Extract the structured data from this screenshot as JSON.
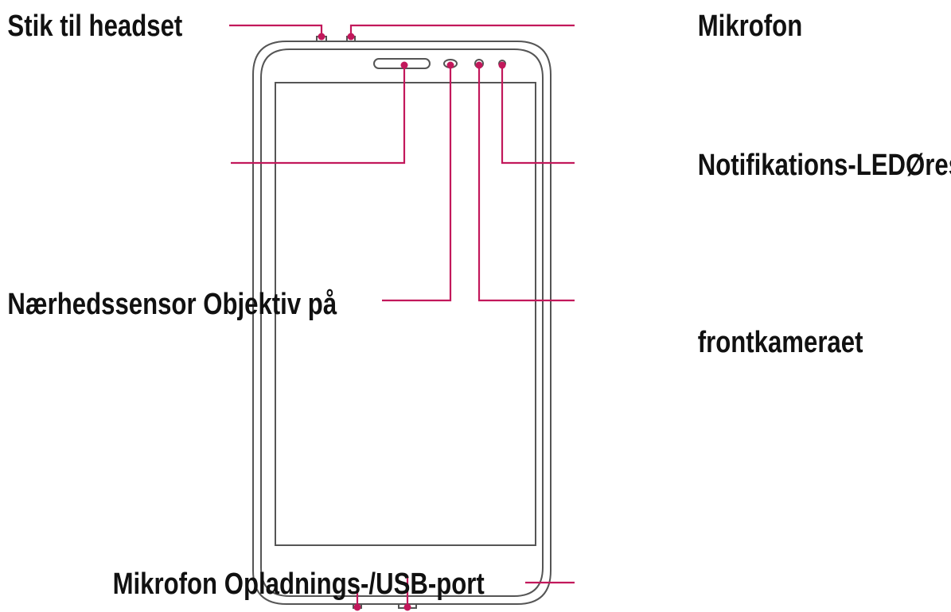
{
  "colors": {
    "leader": "#c2185b",
    "outline": "#555555",
    "text": "#111111"
  },
  "labels": {
    "headset_jack": "Stik til headset",
    "microphone_top": "Mikrofon",
    "led_earpiece": "Notifikations-LEDØresnegl",
    "proximity_lens": "Nærhedssensor Objektiv på",
    "front_camera": "frontkameraet",
    "bottom_ports": "Mikrofon Opladnings-/USB-port"
  }
}
